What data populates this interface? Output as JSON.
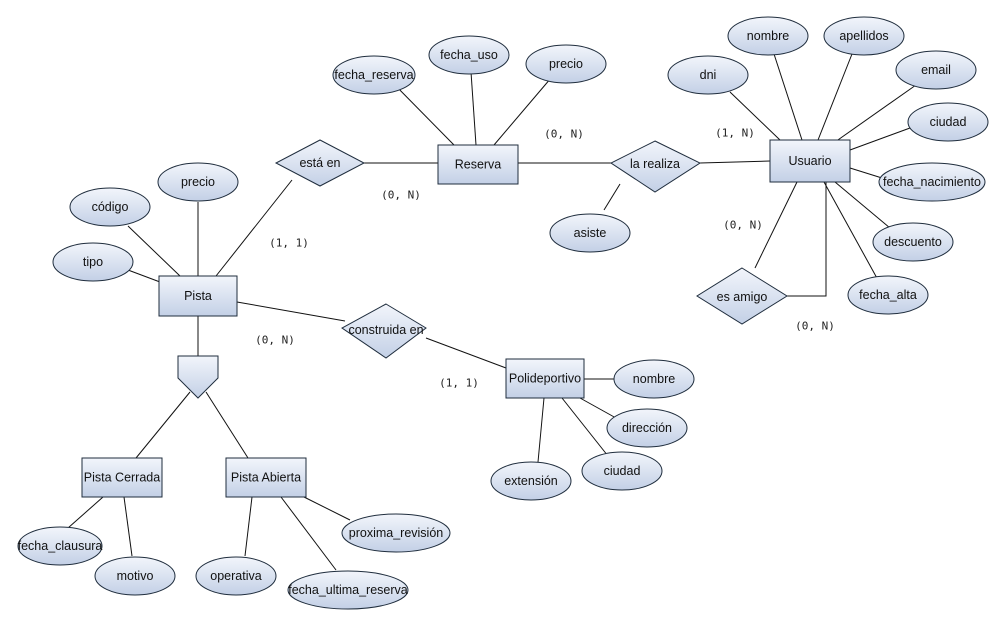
{
  "colors": {
    "shape_top": "#f2f5fb",
    "shape_bottom": "#c3d0e6",
    "stroke": "#1f2d3d",
    "line": "#111111"
  },
  "entities": [
    {
      "id": "reserva",
      "label": "Reserva"
    },
    {
      "id": "usuario",
      "label": "Usuario"
    },
    {
      "id": "pista",
      "label": "Pista"
    },
    {
      "id": "polideportivo",
      "label": "Polideportivo"
    },
    {
      "id": "pista_cerrada",
      "label": "Pista Cerrada"
    },
    {
      "id": "pista_abierta",
      "label": "Pista Abierta"
    }
  ],
  "relationships": [
    {
      "id": "esta_en",
      "label": "está en"
    },
    {
      "id": "la_realiza",
      "label": "la realiza"
    },
    {
      "id": "construida_en",
      "label": "construida en"
    },
    {
      "id": "es_amigo",
      "label": "es amigo"
    }
  ],
  "attributes": [
    {
      "id": "reserva_fecha_reserva",
      "label": "fecha_reserva"
    },
    {
      "id": "reserva_fecha_uso",
      "label": "fecha_uso"
    },
    {
      "id": "reserva_precio",
      "label": "precio"
    },
    {
      "id": "usuario_dni",
      "label": "dni"
    },
    {
      "id": "usuario_nombre",
      "label": "nombre"
    },
    {
      "id": "usuario_apellidos",
      "label": "apellidos"
    },
    {
      "id": "usuario_email",
      "label": "email"
    },
    {
      "id": "usuario_ciudad",
      "label": "ciudad"
    },
    {
      "id": "usuario_fecha_nacimiento",
      "label": "fecha_nacimiento"
    },
    {
      "id": "usuario_descuento",
      "label": "descuento"
    },
    {
      "id": "usuario_fecha_alta",
      "label": "fecha_alta"
    },
    {
      "id": "realiza_asiste",
      "label": "asiste"
    },
    {
      "id": "pista_precio",
      "label": "precio"
    },
    {
      "id": "pista_codigo",
      "label": "código"
    },
    {
      "id": "pista_tipo",
      "label": "tipo"
    },
    {
      "id": "poli_nombre",
      "label": "nombre"
    },
    {
      "id": "poli_direccion",
      "label": "dirección"
    },
    {
      "id": "poli_ciudad",
      "label": "ciudad"
    },
    {
      "id": "poli_extension",
      "label": "extensión"
    },
    {
      "id": "cerrada_fecha_clausura",
      "label": "fecha_clausura"
    },
    {
      "id": "cerrada_motivo",
      "label": "motivo"
    },
    {
      "id": "abierta_operativa",
      "label": "operativa"
    },
    {
      "id": "abierta_fecha_ultima_reserva",
      "label": "fecha_ultima_reserva"
    },
    {
      "id": "abierta_proxima_revision",
      "label": "proxima_revisión"
    }
  ],
  "cardinalities": [
    {
      "id": "esta_en_reserva",
      "label": "(0, N)"
    },
    {
      "id": "esta_en_pista",
      "label": "(1, 1)"
    },
    {
      "id": "realiza_reserva",
      "label": "(0, N)"
    },
    {
      "id": "realiza_usuario",
      "label": "(1, N)"
    },
    {
      "id": "construida_pista",
      "label": "(0, N)"
    },
    {
      "id": "construida_poli",
      "label": "(1, 1)"
    },
    {
      "id": "amigo_top",
      "label": "(0, N)"
    },
    {
      "id": "amigo_bottom",
      "label": "(0, N)"
    }
  ]
}
